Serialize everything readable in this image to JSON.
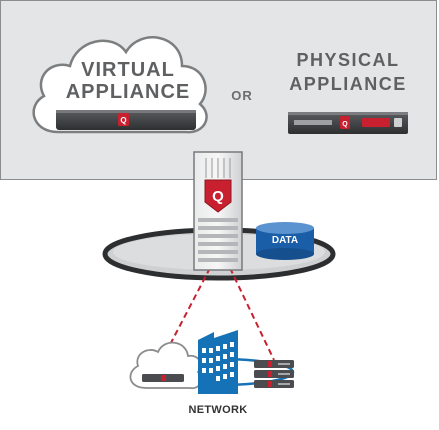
{
  "virtual": {
    "line1": "VIRTUAL",
    "line2": "APPLIANCE"
  },
  "or_label": "OR",
  "physical": {
    "line1": "PHYSICAL",
    "line2": "APPLIANCE"
  },
  "data_label": "DATA",
  "network_label": "NETWORK",
  "colors": {
    "brand_red": "#c8202f",
    "building_blue": "#1572b6",
    "data_blue": "#1a5ea8",
    "panel_gray": "#e4e5e6"
  }
}
